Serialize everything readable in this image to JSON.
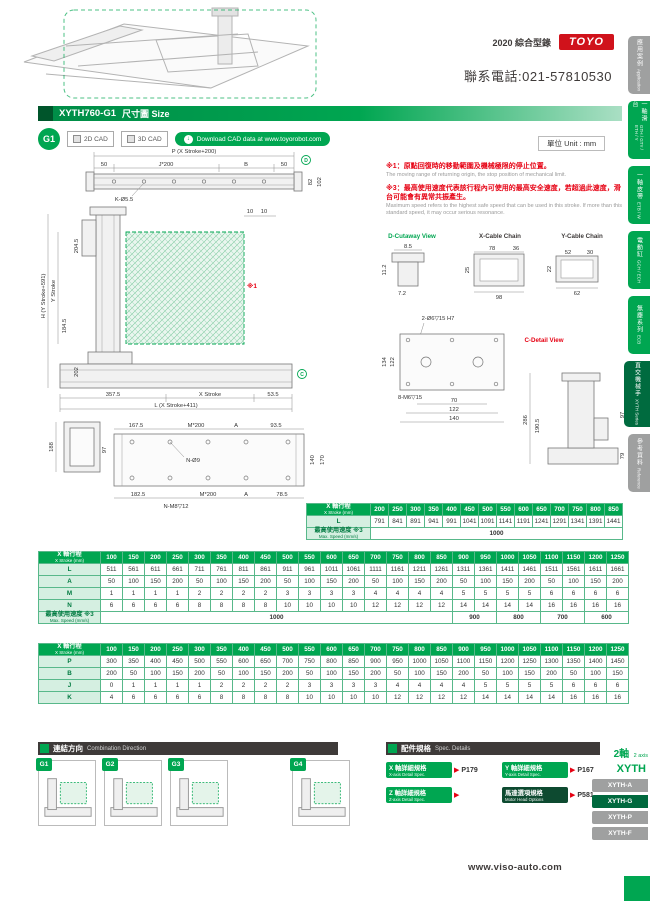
{
  "page": {
    "catalog": "2020 綜合型錄",
    "brand": "TOYO",
    "phone": "聯系電話:021-57810530",
    "unit": "單位 Unit : mm",
    "website": "www.viso-auto.com"
  },
  "title": {
    "model": "XYTH760-G1",
    "text": "尺寸圖 Size"
  },
  "cad": {
    "badge": "G1",
    "cad2d": "2D CAD",
    "cad3d": "3D CAD",
    "download": "Download CAD data at www.toyorobot.com"
  },
  "notes": {
    "n1_zh": "※1：原點回復時的移動範圍及機械極限的停止位置。",
    "n1_en": "The moving range of returning origin, the stop position of mechanical limit.",
    "n3_zh": "※3：最高使用速度代表該行程內可使用的最高安全速度，若超過此速度，滑台可能會有異常共振產生。",
    "n3_en": "Maximum speed refers to the highest safe speed that can be used in this stroke. If more than this standard speed, it may occur serious resonance."
  },
  "views": {
    "d_cutaway": "D-Cutaway View",
    "x_chain": "X-Cable Chain",
    "y_chain": "Y-Cable Chain",
    "c_detail": "C-Detail View"
  },
  "dims": {
    "p": "P (X Stroke+200)",
    "fifty_l": "50",
    "j200": "J*200",
    "b": "B",
    "fifty_r": "50",
    "k55": "K-Ø5.5",
    "d82": "82",
    "d102": "102",
    "d2045": "204.5",
    "h": "H (Y Stroke+591)",
    "ystroke": "Y Stroke",
    "d1845": "184.5",
    "d202": "202",
    "ten_a": "10",
    "ten_b": "10",
    "ref1": "※1",
    "d3575": "357.5",
    "xstroke": "X Stroke",
    "d535": "53.5",
    "l": "L (X Stroke+411)",
    "d188": "188",
    "d97": "97",
    "d1675": "167.5",
    "m200a": "M*200",
    "a_a": "A",
    "d935": "93.5",
    "no9": "N-Ø9",
    "d140": "140",
    "d170": "170",
    "d1825": "182.5",
    "nm8": "N-M8▽12",
    "m200b": "M*200",
    "a_b": "A",
    "d785": "78.5",
    "d85": "8.5",
    "d112": "11.2",
    "d72": "7.2",
    "d25": "25",
    "d78": "78",
    "d36": "36",
    "d98": "98",
    "d22": "22",
    "d52": "52",
    "d30": "30",
    "d62": "62",
    "c26": "2-Ø6▽15 H7",
    "d134": "134",
    "d122a": "122",
    "m86": "8-M6▽15",
    "d70": "70",
    "d122b": "122",
    "d140b": "140",
    "d286": "286",
    "d1905": "190.5",
    "d97b": "97",
    "d79": "79",
    "mk_d": "D",
    "mk_c": "C"
  },
  "table1": {
    "header_zh": "X 軸行程",
    "header_en": "X Stroke (mm)",
    "cols": [
      "200",
      "250",
      "300",
      "350",
      "400",
      "450",
      "500",
      "550",
      "600",
      "650",
      "700",
      "750",
      "800",
      "850"
    ],
    "rows": [
      {
        "label": "L",
        "values": [
          "791",
          "841",
          "891",
          "941",
          "991",
          "1041",
          "1091",
          "1141",
          "1191",
          "1241",
          "1291",
          "1341",
          "1391",
          "1441"
        ]
      }
    ],
    "speed_zh": "最高使用速度 ※3",
    "speed_en": "Max. Speed (mm/s)",
    "speed": [
      {
        "span": 14,
        "value": "1000"
      }
    ]
  },
  "table2": {
    "header_zh": "X 軸行程",
    "header_en": "X Stroke (mm)",
    "cols": [
      "100",
      "150",
      "200",
      "250",
      "300",
      "350",
      "400",
      "450",
      "500",
      "550",
      "600",
      "650",
      "700",
      "750",
      "800",
      "850",
      "900",
      "950",
      "1000",
      "1050",
      "1100",
      "1150",
      "1200",
      "1250"
    ],
    "rows": [
      {
        "label": "L",
        "values": [
          "511",
          "561",
          "611",
          "661",
          "711",
          "761",
          "811",
          "861",
          "911",
          "961",
          "1011",
          "1061",
          "1111",
          "1161",
          "1211",
          "1261",
          "1311",
          "1361",
          "1411",
          "1461",
          "1511",
          "1561",
          "1611",
          "1661"
        ]
      },
      {
        "label": "A",
        "values": [
          "50",
          "100",
          "150",
          "200",
          "50",
          "100",
          "150",
          "200",
          "50",
          "100",
          "150",
          "200",
          "50",
          "100",
          "150",
          "200",
          "50",
          "100",
          "150",
          "200",
          "50",
          "100",
          "150",
          "200"
        ]
      },
      {
        "label": "M",
        "values": [
          "1",
          "1",
          "1",
          "1",
          "2",
          "2",
          "2",
          "2",
          "3",
          "3",
          "3",
          "3",
          "4",
          "4",
          "4",
          "4",
          "5",
          "5",
          "5",
          "5",
          "6",
          "6",
          "6",
          "6"
        ]
      },
      {
        "label": "N",
        "values": [
          "6",
          "6",
          "6",
          "6",
          "8",
          "8",
          "8",
          "8",
          "10",
          "10",
          "10",
          "10",
          "12",
          "12",
          "12",
          "12",
          "14",
          "14",
          "14",
          "14",
          "16",
          "16",
          "16",
          "16"
        ]
      }
    ],
    "speed_zh": "最高使用速度 ※3",
    "speed_en": "Max. Speed (mm/s)",
    "speed": [
      {
        "span": 16,
        "value": "1000"
      },
      {
        "span": 2,
        "value": "900"
      },
      {
        "span": 2,
        "value": "800"
      },
      {
        "span": 2,
        "value": "700"
      },
      {
        "span": 2,
        "value": "600"
      }
    ]
  },
  "table3": {
    "header_zh": "X 軸行程",
    "header_en": "X Stroke (mm)",
    "cols": [
      "100",
      "150",
      "200",
      "250",
      "300",
      "350",
      "400",
      "450",
      "500",
      "550",
      "600",
      "650",
      "700",
      "750",
      "800",
      "850",
      "900",
      "950",
      "1000",
      "1050",
      "1100",
      "1150",
      "1200",
      "1250"
    ],
    "rows": [
      {
        "label": "P",
        "values": [
          "300",
          "350",
          "400",
          "450",
          "500",
          "550",
          "600",
          "650",
          "700",
          "750",
          "800",
          "850",
          "900",
          "950",
          "1000",
          "1050",
          "1100",
          "1150",
          "1200",
          "1250",
          "1300",
          "1350",
          "1400",
          "1450"
        ]
      },
      {
        "label": "B",
        "values": [
          "200",
          "50",
          "100",
          "150",
          "200",
          "50",
          "100",
          "150",
          "200",
          "50",
          "100",
          "150",
          "200",
          "50",
          "100",
          "150",
          "200",
          "50",
          "100",
          "150",
          "200",
          "50",
          "100",
          "150"
        ]
      },
      {
        "label": "J",
        "values": [
          "0",
          "1",
          "1",
          "1",
          "1",
          "2",
          "2",
          "2",
          "2",
          "3",
          "3",
          "3",
          "3",
          "4",
          "4",
          "4",
          "4",
          "5",
          "5",
          "5",
          "5",
          "6",
          "6",
          "6"
        ]
      },
      {
        "label": "K",
        "values": [
          "4",
          "6",
          "6",
          "6",
          "6",
          "8",
          "8",
          "8",
          "8",
          "10",
          "10",
          "10",
          "10",
          "12",
          "12",
          "12",
          "12",
          "14",
          "14",
          "14",
          "14",
          "16",
          "16",
          "16"
        ]
      }
    ]
  },
  "combination": {
    "title_zh": "連結方向",
    "title_en": "Combination Direction",
    "items": [
      "G1",
      "G2",
      "G3",
      "G4"
    ]
  },
  "specs": {
    "title_zh": "配件規格",
    "title_en": "Spec. Details",
    "items": [
      {
        "zh": "X 軸詳細規格",
        "en": "X-axis Detail Spec.",
        "page": "P179",
        "dark": false
      },
      {
        "zh": "Y 軸詳細規格",
        "en": "Y-axis Detail Spec.",
        "page": "P167",
        "dark": false
      },
      {
        "zh": "Z 軸詳細規格",
        "en": "Z-axis Detail Spec.",
        "page": "",
        "dark": false
      },
      {
        "zh": "馬達選項規格",
        "en": "Motor Head Options",
        "page": "P581",
        "dark": true
      }
    ]
  },
  "sidebar": {
    "tabs": [
      {
        "zh": "應用案例",
        "en": "Application",
        "style": "gray"
      },
      {
        "zh": "一軸滑台",
        "en": "GTH / GTY / ETH / Y",
        "style": "green"
      },
      {
        "zh": "一軸皮帶",
        "en": "ETB / W",
        "style": "green"
      },
      {
        "zh": "電動缸",
        "en": "GCH / ECH",
        "style": "green"
      },
      {
        "zh": "無塵系列",
        "en": "ECB",
        "style": "green"
      },
      {
        "zh": "直交機械手",
        "en": "XYTH Series",
        "style": "active"
      },
      {
        "zh": "參考資料",
        "en": "Reference",
        "style": "gray"
      }
    ]
  },
  "series_tabs": {
    "axis_zh": "2軸",
    "axis_en": "2 axis",
    "series": "XYTH",
    "tabs": [
      {
        "label": "XYTH-A",
        "active": false
      },
      {
        "label": "XYTH-G",
        "active": true
      },
      {
        "label": "XYTH-P",
        "active": false
      },
      {
        "label": "XYTH-F",
        "active": false
      }
    ]
  },
  "colors": {
    "accent": "#00a651",
    "accent_dark": "#006b3f",
    "alert": "#e60012"
  }
}
